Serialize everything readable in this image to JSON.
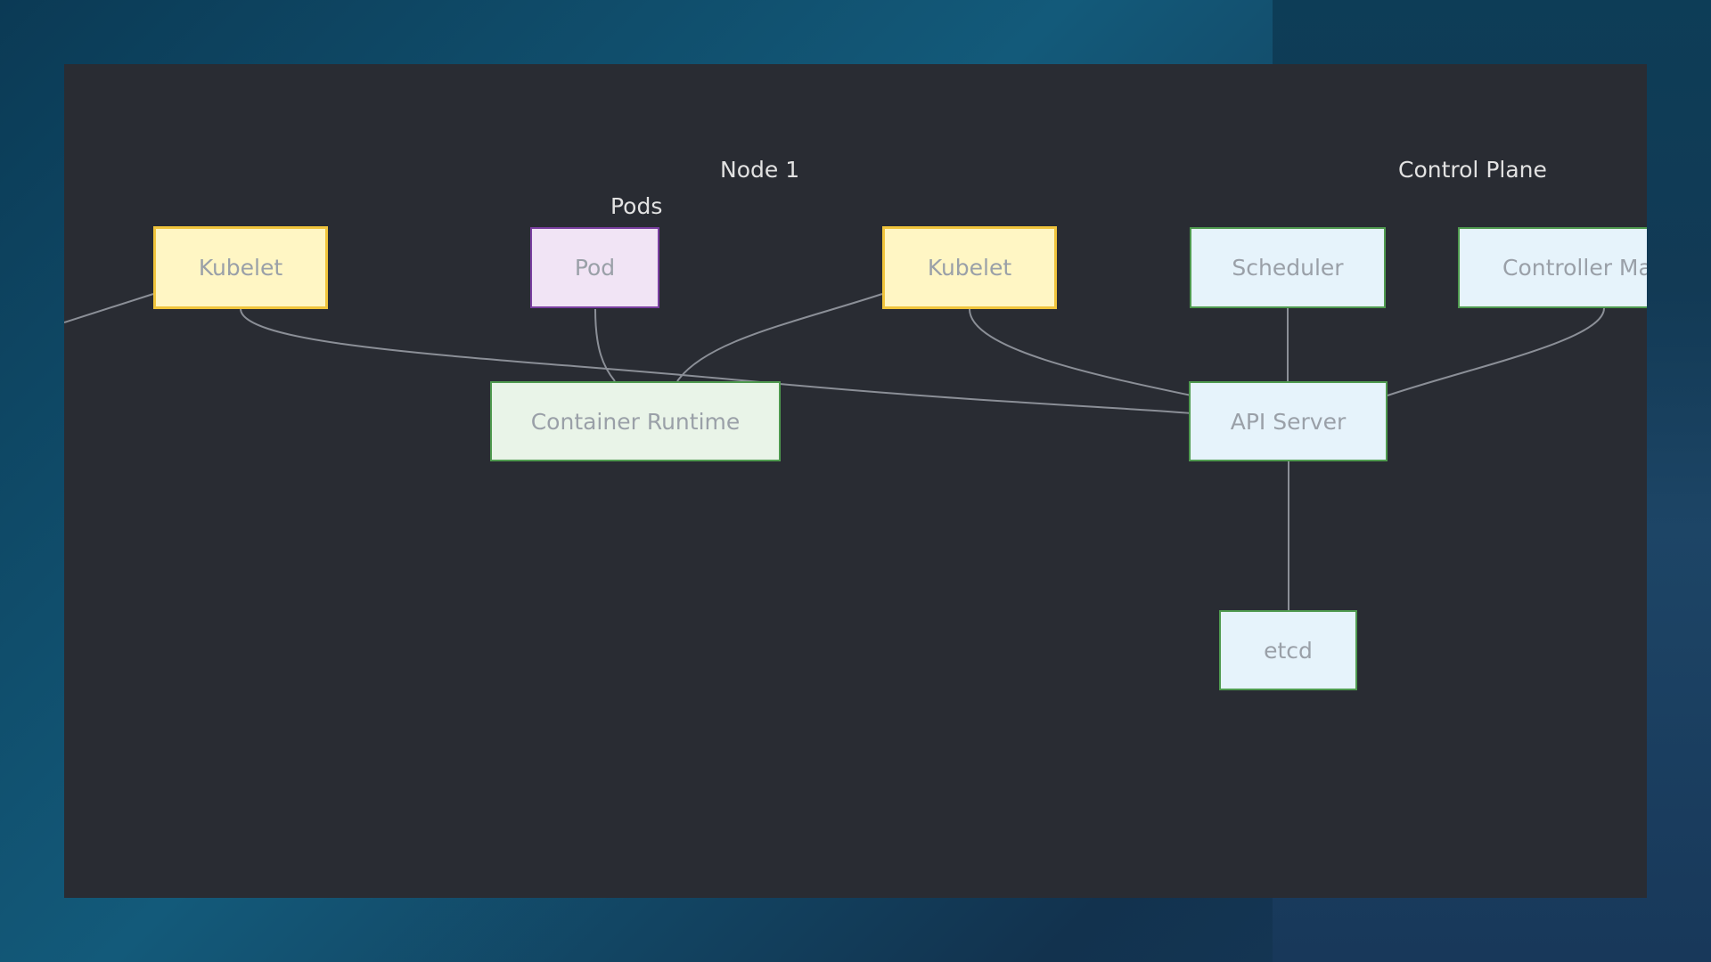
{
  "diagram": {
    "groups": {
      "node1": "Node 1",
      "pods": "Pods",
      "control_plane": "Control Plane"
    },
    "nodes": {
      "kubelet_left": "Kubelet",
      "pod": "Pod",
      "kubelet_right": "Kubelet",
      "container_runtime": "Container Runtime",
      "scheduler": "Scheduler",
      "controller_manager": "Controller Ma",
      "api_server": "API Server",
      "etcd": "etcd"
    }
  },
  "colors": {
    "canvas": "#292c33",
    "kubelet_fill": "#fff6c4",
    "kubelet_border": "#f0c43c",
    "pod_fill": "#f1e4f5",
    "pod_border": "#7a3fa0",
    "runtime_fill": "#e9f4e8",
    "control_plane_fill": "#e6f3fb",
    "green_border": "#4f9a4f",
    "edge": "#8b8f97"
  }
}
